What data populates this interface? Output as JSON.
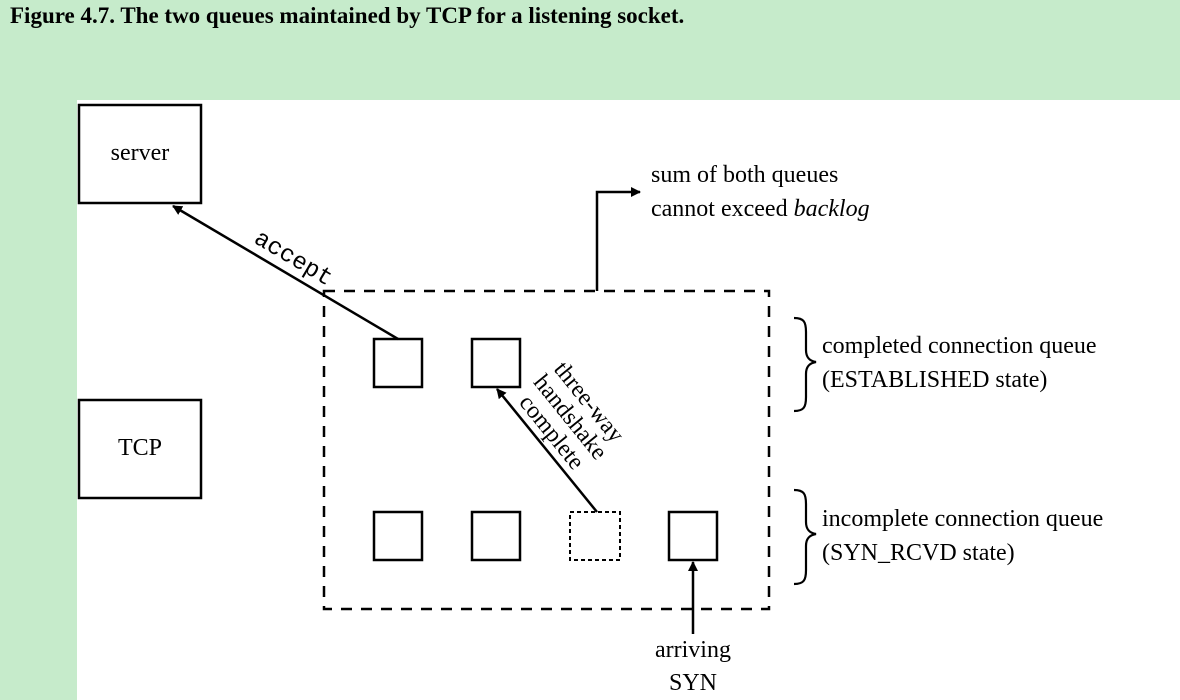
{
  "caption": "Figure 4.7. The two queues maintained by TCP for a listening socket.",
  "diagram": {
    "server_label": "server",
    "tcp_label": "TCP",
    "accept_label": "accept",
    "sum_line1": "sum of both queues",
    "sum_line2_prefix": "cannot exceed ",
    "sum_line2_italic": "backlog",
    "completed_queue_line1": "completed connection queue",
    "completed_queue_line2": "(ESTABLISHED state)",
    "incomplete_queue_line1": "incomplete connection queue",
    "incomplete_queue_line2": "(SYN_RCVD state)",
    "handshake_line1": "three-way",
    "handshake_line2": "handshake",
    "handshake_line3": "complete",
    "arriving_line1": "arriving",
    "arriving_line2": "SYN"
  }
}
